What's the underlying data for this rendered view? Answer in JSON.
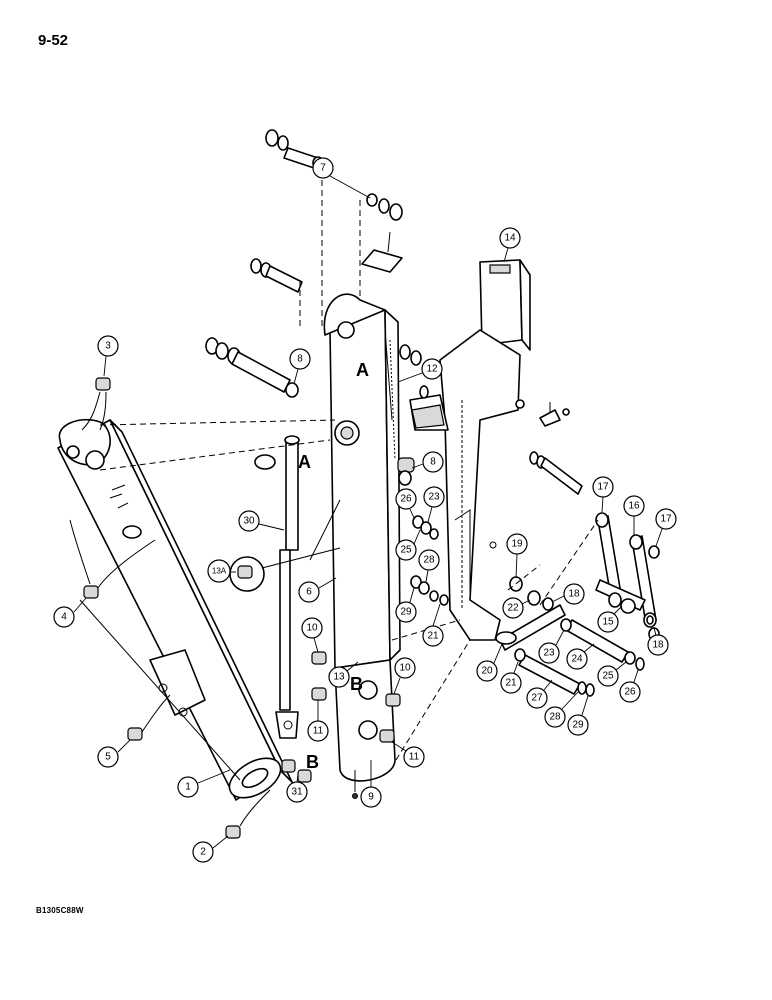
{
  "page_number": "9-52",
  "figure_code": "B1305C88W",
  "callouts": [
    "1",
    "2",
    "3",
    "4",
    "5",
    "6",
    "7",
    "8",
    "8",
    "9",
    "10",
    "10",
    "11",
    "11",
    "12",
    "13",
    "13A",
    "14",
    "15",
    "16",
    "17",
    "17",
    "18",
    "18",
    "19",
    "20",
    "21",
    "21",
    "22",
    "23",
    "23",
    "24",
    "25",
    "25",
    "26",
    "26",
    "27",
    "28",
    "28",
    "29",
    "29",
    "30",
    "31"
  ],
  "reference_letters": [
    "A",
    "A",
    "B",
    "B"
  ]
}
